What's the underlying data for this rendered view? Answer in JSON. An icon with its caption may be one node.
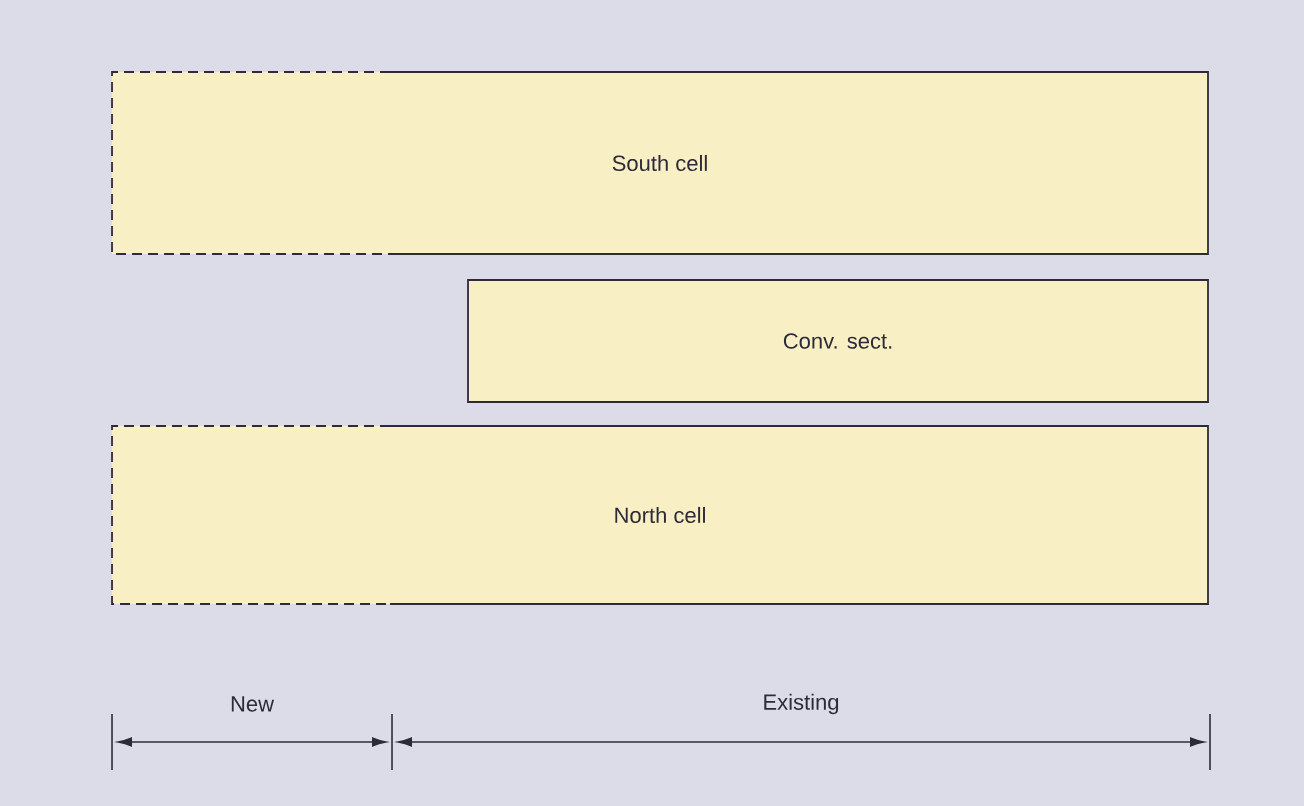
{
  "diagram": {
    "nodes": [
      {
        "text": [
          "South cell"
        ]
      },
      {
        "text": [
          "Conv. sect."
        ]
      },
      {
        "text": [
          "North cell"
        ]
      }
    ],
    "labels": [
      "New",
      "Existing"
    ]
  }
}
